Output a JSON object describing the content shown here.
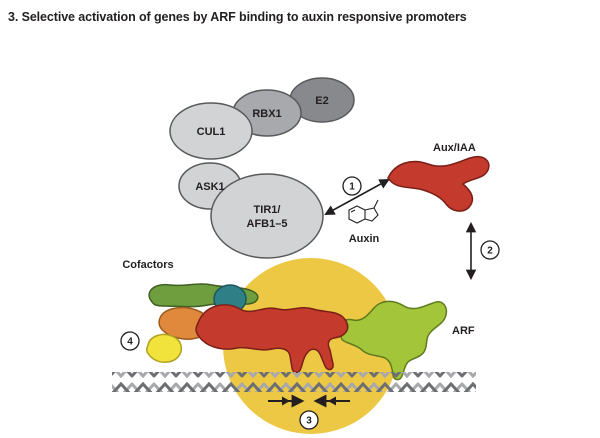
{
  "title": "3. Selective activation of genes by ARF binding to auxin responsive promoters",
  "complex": {
    "cul1": "CUL1",
    "rbx1": "RBX1",
    "e2": "E2",
    "ask1": "ASK1",
    "tir1_line1": "TIR1/",
    "tir1_line2": "AFB1–5"
  },
  "labels": {
    "auxin": "Auxin",
    "aux_iaa": "Aux/IAA",
    "arf": "ARF",
    "cofactors": "Cofactors"
  },
  "steps": {
    "step1": "1",
    "step2": "2",
    "step3": "3",
    "step4": "4"
  },
  "colors": {
    "title_text": "#231f20",
    "complex_light": "#d1d3d4",
    "complex_mid": "#a7a9ac",
    "complex_dark": "#87898c",
    "aux_iaa_red": "#c43a2c",
    "promoter_yellow": "#edc845",
    "arf_green": "#a3c53a",
    "cofactor_green": "#6f9e3f",
    "cofactor_teal": "#2f7f86",
    "cofactor_orange": "#e0883c",
    "cofactor_yellow": "#f2e23c",
    "dna_gray": "#8a8c8e"
  }
}
